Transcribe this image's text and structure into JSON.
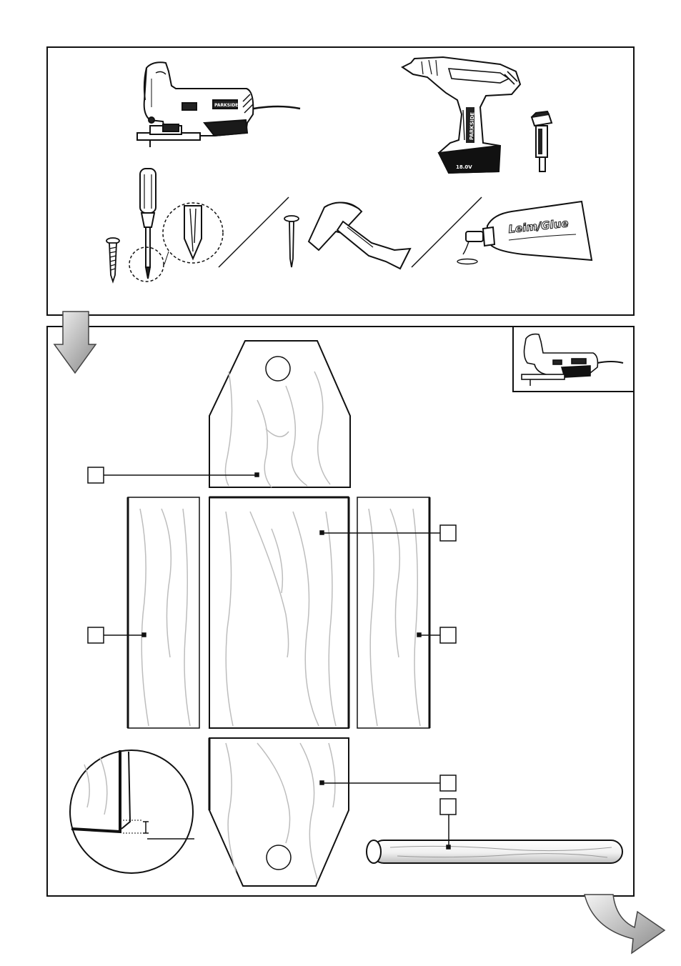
{
  "tools_panel": {
    "tools": [
      {
        "id": "jigsaw",
        "icon": "jigsaw-icon",
        "brand": "PARKSIDE"
      },
      {
        "id": "cordless-drill",
        "icon": "cordless-drill-icon",
        "brand": "PARKSIDE",
        "battery_label": "18.0V"
      },
      {
        "id": "forstner-bit",
        "icon": "forstner-bit-icon"
      },
      {
        "id": "screwdriver",
        "icon": "screwdriver-icon"
      },
      {
        "id": "screw",
        "icon": "screw-icon"
      },
      {
        "id": "nail",
        "icon": "nail-icon"
      },
      {
        "id": "hammer",
        "icon": "hammer-icon"
      },
      {
        "id": "glue",
        "icon": "glue-tube-icon",
        "label": "Leim/Glue"
      }
    ]
  },
  "parts_panel": {
    "tool_hint_icon": "jigsaw-icon",
    "parts": [
      {
        "id": "top-board",
        "shape": "pentagon-with-hole",
        "callout_text": ""
      },
      {
        "id": "front-board",
        "shape": "rectangle",
        "callout_text": ""
      },
      {
        "id": "left-side-board",
        "shape": "rectangle",
        "callout_text": ""
      },
      {
        "id": "right-side-board",
        "shape": "rectangle",
        "callout_text": ""
      },
      {
        "id": "bottom-board",
        "shape": "pentagon-with-hole",
        "callout_text": ""
      },
      {
        "id": "dowel-rod",
        "shape": "cylinder",
        "callout_text": ""
      }
    ],
    "detail_icon": "edge-detail-magnifier-icon"
  },
  "navigation": {
    "down_arrow_icon": "down-arrow-icon",
    "next_arrow_icon": "next-page-arrow-icon"
  }
}
